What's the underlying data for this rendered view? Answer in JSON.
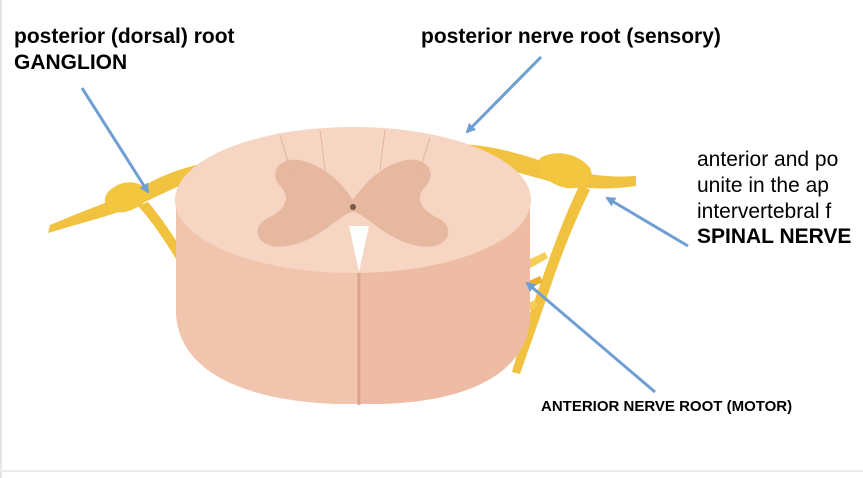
{
  "labels": {
    "ganglion_line1": "posterior (dorsal) root",
    "ganglion_line2": "GANGLION",
    "posterior_root": "posterior nerve root (sensory)",
    "spinal_line1": "anterior and po",
    "spinal_line2": "unite in the ap",
    "spinal_line3": "intervertebral f",
    "spinal_line4": "SPINAL NERVE",
    "anterior_root": "ANTERIOR NERVE ROOT (MOTOR)"
  },
  "colors": {
    "arrow": "#6f9fd2",
    "white_matter": "#f6d5c2",
    "white_matter_side": "#f1c4ad",
    "gray_matter": "#e7b8a0",
    "nerve": "#f1c23f",
    "nerve_highlight": "#fbe27a"
  }
}
